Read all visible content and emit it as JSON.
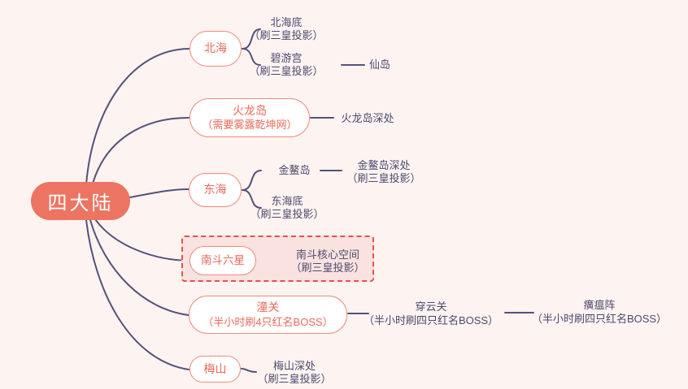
{
  "colors": {
    "background": "#fdf3f1",
    "accent_coral": "#ed7463",
    "node_border": "#f0897b",
    "node_text": "#ea6a5a",
    "leaf_text": "#4c4b6d",
    "connector": "#53527a",
    "highlight_border": "#e4524a",
    "highlight_fill": "#f9e2e0"
  },
  "root": {
    "label": "四大陆"
  },
  "branches": [
    {
      "label": "北海",
      "children": [
        {
          "line1": "北海底",
          "line2": "（刷三皇投影）"
        },
        {
          "line1": "碧游宫",
          "line2": "（刷三皇投影）",
          "child": {
            "label": "仙岛"
          }
        }
      ]
    },
    {
      "label_line1": "火龙岛",
      "label_line2": "（需要雾露乾坤网）",
      "children": [
        {
          "line1": "火龙岛深处"
        }
      ]
    },
    {
      "label": "东海",
      "children": [
        {
          "line1": "金鳌岛",
          "child": {
            "line1": "金鳌岛深处",
            "line2": "（刷三皇投影）"
          }
        },
        {
          "line1": "东海底",
          "line2": "（刷三皇投影）"
        }
      ]
    },
    {
      "label": "南斗六星",
      "highlighted": true,
      "children": [
        {
          "line1": "南斗核心空间",
          "line2": "（刷三皇投影）"
        }
      ]
    },
    {
      "label_line1": "潼关",
      "label_line2": "（半小时刷4只红名BOSS）",
      "children": [
        {
          "line1": "穿云关",
          "line2": "（半小时刷四只红名BOSS）",
          "child": {
            "line1": "癀瘟阵",
            "line2": "（半小时刷四只红名BOSS）"
          }
        }
      ]
    },
    {
      "label": "梅山",
      "children": [
        {
          "line1": "梅山深处",
          "line2": "（刷三皇投影）"
        }
      ]
    }
  ]
}
